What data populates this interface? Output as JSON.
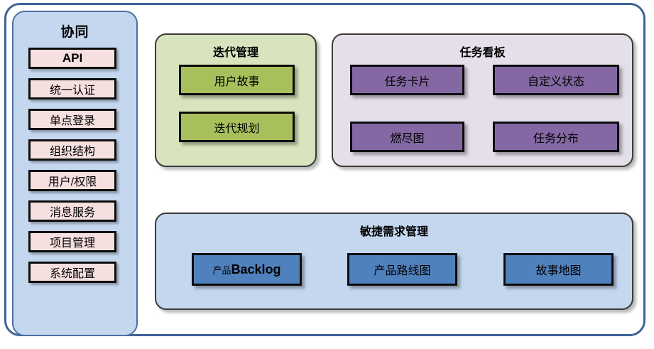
{
  "diagram": {
    "sidebar": {
      "title": "协同",
      "items": [
        {
          "label": "API",
          "script": "latin"
        },
        {
          "label": "统一认证",
          "script": "cjk"
        },
        {
          "label": "单点登录",
          "script": "cjk"
        },
        {
          "label": "组织结构",
          "script": "cjk"
        },
        {
          "label": "用户/权限",
          "script": "cjk"
        },
        {
          "label": "消息服务",
          "script": "cjk"
        },
        {
          "label": "项目管理",
          "script": "cjk"
        },
        {
          "label": "系统配置",
          "script": "cjk"
        }
      ]
    },
    "panels": [
      {
        "id": "iteration",
        "title": "迭代管理",
        "fill": "#d7e4bd",
        "item_fill": "#a8c05c",
        "items": [
          {
            "label": "用户故事"
          },
          {
            "label": "迭代规划"
          }
        ]
      },
      {
        "id": "taskboard",
        "title": "任务看板",
        "fill": "#e5dfea",
        "item_fill": "#8468a3",
        "items": [
          {
            "label": "任务卡片"
          },
          {
            "label": "自定义状态"
          },
          {
            "label": "燃尽图"
          },
          {
            "label": "任务分布"
          }
        ]
      },
      {
        "id": "agile",
        "title": "敏捷需求管理",
        "fill": "#c5d7ef",
        "item_fill": "#4f81bd",
        "items": [
          {
            "label_cjk": "产品",
            "label_latin": "Backlog"
          },
          {
            "label": "产品路线图"
          },
          {
            "label": "故事地图"
          }
        ]
      }
    ],
    "colors": {
      "frame_border": "#3d6396",
      "sidebar_fill": "#c5d7ef",
      "sidebar_border": "#4a6fa5",
      "sidebar_item_fill": "#f6dfdf",
      "box_border": "#0d0d0d",
      "panel_border": "#3a3a3a"
    }
  }
}
